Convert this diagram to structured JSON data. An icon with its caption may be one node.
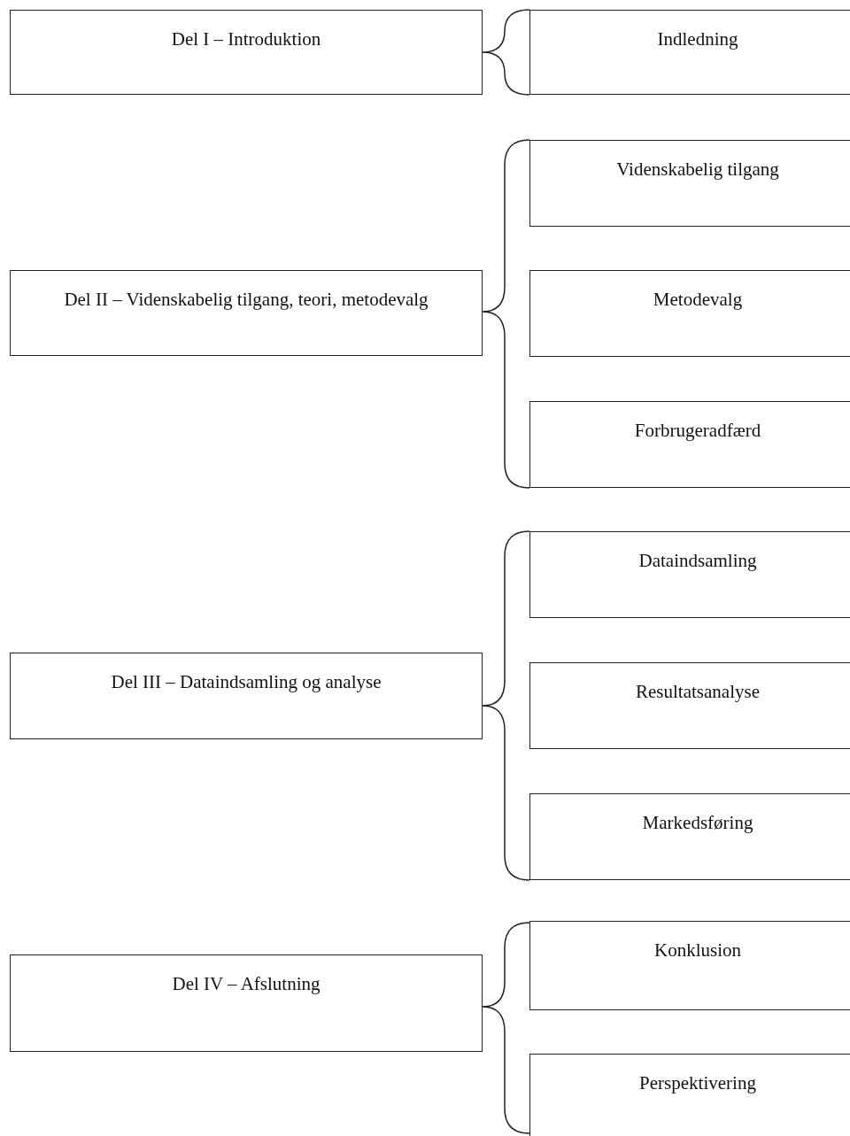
{
  "diagram": {
    "nodes": [
      {
        "text": [
          "Del I – Introduktion"
        ]
      },
      {
        "text": [
          "Indledning"
        ]
      },
      {
        "text": [
          "Del II – Videnskabelig tilgang, teori, metodevalg"
        ]
      },
      {
        "text": [
          "Videnskabelig tilgang"
        ]
      },
      {
        "text": [
          "Metodevalg"
        ]
      },
      {
        "text": [
          "Forbrugeradfærd"
        ]
      },
      {
        "text": [
          "Del III – Dataindsamling og analyse"
        ]
      },
      {
        "text": [
          "Dataindsamling"
        ]
      },
      {
        "text": [
          "Resultatsanalyse"
        ]
      },
      {
        "text": [
          "Markedsføring"
        ]
      },
      {
        "text": [
          "Del IV – Afslutning"
        ]
      },
      {
        "text": [
          "Konklusion"
        ]
      },
      {
        "text": [
          "Perspektivering"
        ]
      }
    ]
  }
}
